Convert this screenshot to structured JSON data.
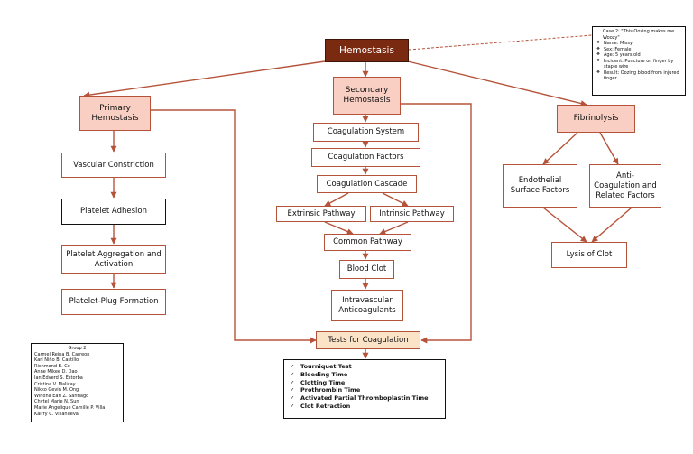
{
  "title": "Hemostasis",
  "case": {
    "heading": "Case 2: \"This Oozing makes me Woozy\"",
    "items": [
      "Name: Missy",
      "Sex: Female",
      "Age: 5 years old",
      "Incident: Puncture on finger by staple wire",
      "Result: Oozing blood from injured finger"
    ]
  },
  "primary": {
    "title": "Primary\nHemostasis",
    "steps": [
      "Vascular Constriction",
      "Platelet Adhesion",
      "Platelet Aggregation and\nActivation",
      "Platelet-Plug Formation"
    ]
  },
  "secondary": {
    "title": "Secondary\nHemostasis",
    "coag_system": "Coagulation System",
    "coag_factors": "Coagulation Factors",
    "coag_cascade": "Coagulation Cascade",
    "extrinsic": "Extrinsic Pathway",
    "intrinsic": "Intrinsic Pathway",
    "common": "Common Pathway",
    "clot": "Blood Clot",
    "anticoag": "Intravascular\nAnticoagulants"
  },
  "fibrinolysis": {
    "title": "Fibrinolysis",
    "endothelial": "Endothelial\nSurface Factors",
    "anti": "Anti-\nCoagulation and\nRelated Factors",
    "lysis": "Lysis of Clot"
  },
  "tests": {
    "title": "Tests for Coagulation",
    "items": [
      "Tourniquet Test",
      "Bleeding Time",
      "Clotting Time",
      "Prothrombin Time",
      "Activated Partial Thromboplastin Time",
      "Clot Retraction"
    ]
  },
  "group": {
    "title": "Group 2",
    "members": [
      "Carmel Reina B. Carreon",
      "Karl Niño B. Castillo",
      "Richmond B. Co",
      "Anne Mikee D. Dao",
      "Ian Edverd S. Estorba",
      "Cristina V. Malicay",
      "Nikko Gevin M. Ong",
      "Winona Earl Z. Santiago",
      "Chytel Marie N. Sun",
      "Marie Angelique Camille P. Villa",
      "Kairry C. Villanueva"
    ]
  }
}
